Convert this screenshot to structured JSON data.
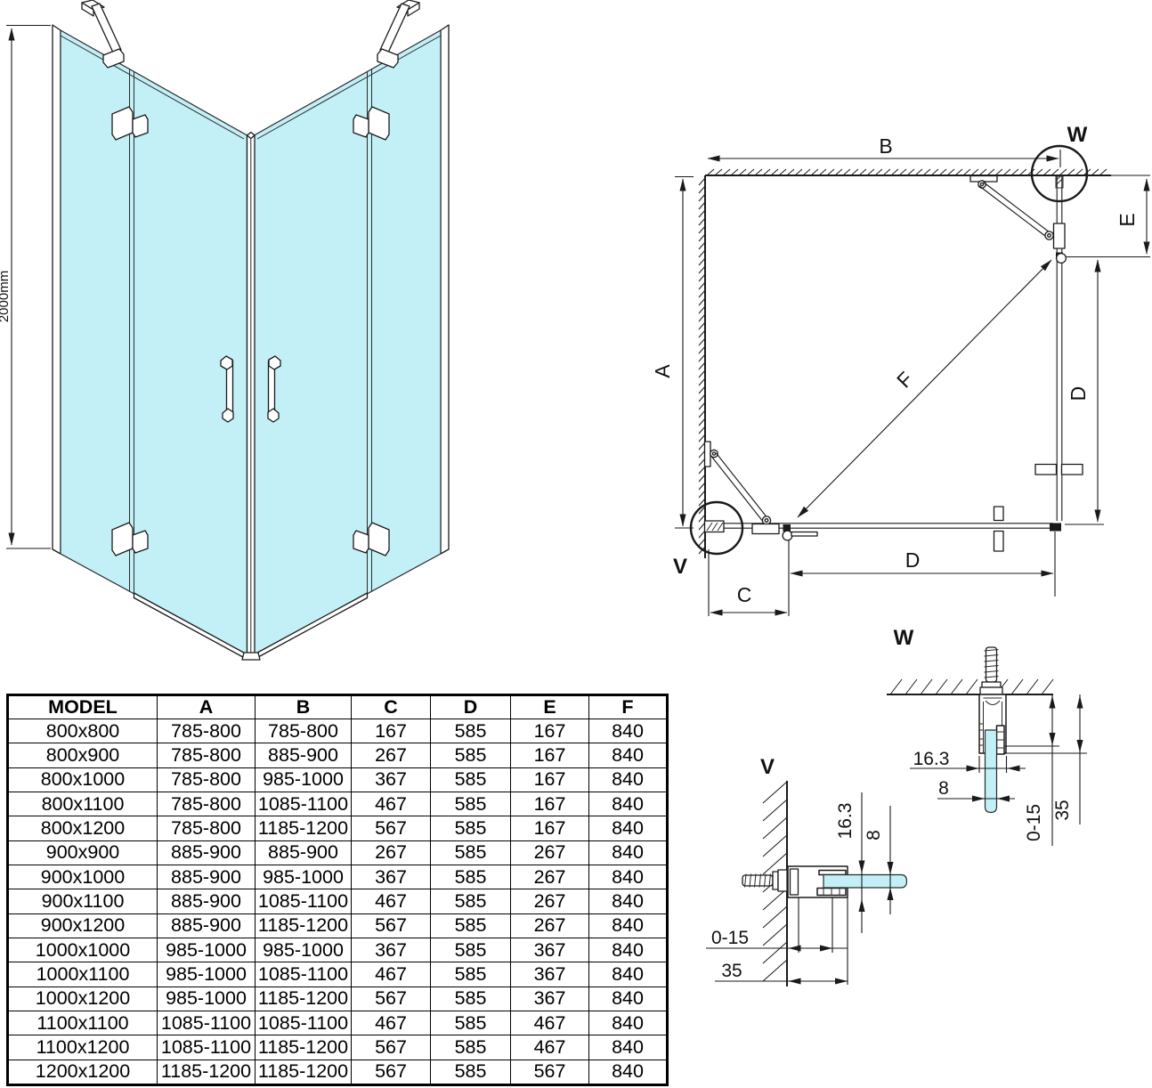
{
  "colors": {
    "glass": "#c2f0f6",
    "line": "#1a1a1a"
  },
  "front_view": {
    "height_dim": "2000mm"
  },
  "plan_view": {
    "dim_a": "A",
    "dim_b": "B",
    "dim_c": "C",
    "dim_d_bottom": "D",
    "dim_d_right": "D",
    "dim_e": "E",
    "dim_f": "F",
    "marker_w": "W",
    "marker_v": "V"
  },
  "details": {
    "w": {
      "title": "W",
      "dim_depth": "16.3",
      "dim_glass": "8",
      "dim_adjust": "0-15",
      "dim_total": "35"
    },
    "v": {
      "title": "V",
      "dim_depth": "16.3",
      "dim_glass": "8",
      "dim_adjust": "0-15",
      "dim_total": "35"
    }
  },
  "table": {
    "headers": [
      "MODEL",
      "A",
      "B",
      "C",
      "D",
      "E",
      "F"
    ],
    "rows": [
      [
        "800x800",
        "785-800",
        "785-800",
        "167",
        "585",
        "167",
        "840"
      ],
      [
        "800x900",
        "785-800",
        "885-900",
        "267",
        "585",
        "167",
        "840"
      ],
      [
        "800x1000",
        "785-800",
        "985-1000",
        "367",
        "585",
        "167",
        "840"
      ],
      [
        "800x1100",
        "785-800",
        "1085-1100",
        "467",
        "585",
        "167",
        "840"
      ],
      [
        "800x1200",
        "785-800",
        "1185-1200",
        "567",
        "585",
        "167",
        "840"
      ],
      [
        "900x900",
        "885-900",
        "885-900",
        "267",
        "585",
        "267",
        "840"
      ],
      [
        "900x1000",
        "885-900",
        "985-1000",
        "367",
        "585",
        "267",
        "840"
      ],
      [
        "900x1100",
        "885-900",
        "1085-1100",
        "467",
        "585",
        "267",
        "840"
      ],
      [
        "900x1200",
        "885-900",
        "1185-1200",
        "567",
        "585",
        "267",
        "840"
      ],
      [
        "1000x1000",
        "985-1000",
        "985-1000",
        "367",
        "585",
        "367",
        "840"
      ],
      [
        "1000x1100",
        "985-1000",
        "1085-1100",
        "467",
        "585",
        "367",
        "840"
      ],
      [
        "1000x1200",
        "985-1000",
        "1185-1200",
        "567",
        "585",
        "367",
        "840"
      ],
      [
        "1100x1100",
        "1085-1100",
        "1085-1100",
        "467",
        "585",
        "467",
        "840"
      ],
      [
        "1100x1200",
        "1085-1100",
        "1185-1200",
        "567",
        "585",
        "467",
        "840"
      ],
      [
        "1200x1200",
        "1185-1200",
        "1185-1200",
        "567",
        "585",
        "567",
        "840"
      ]
    ]
  }
}
